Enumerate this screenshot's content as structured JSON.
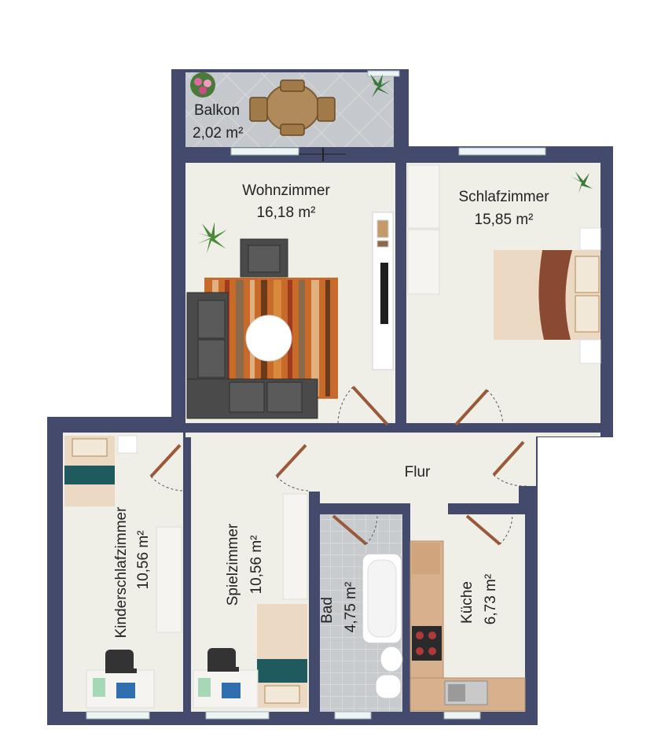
{
  "colors": {
    "wall": "#434a6b",
    "floor": "#efeee7",
    "balcony_tile": "#c5c8cc",
    "bath_tile": "#c8cbce",
    "window": "#eef4f4",
    "sofa": "#4a4a4a",
    "rug_stripes": [
      "#c86a2a",
      "#e0b080",
      "#a03a1e",
      "#8a6a4a",
      "#d88a3a",
      "#6a3a1a"
    ],
    "kitchen_counter": "#d7b18e",
    "bed_blanket": "#8a4a32",
    "kids_blanket": "#1f5a5e"
  },
  "rooms": {
    "balkon": {
      "name": "Balkon",
      "area": "2,02 m²"
    },
    "wohnzimmer": {
      "name": "Wohnzimmer",
      "area": "16,18 m²"
    },
    "schlafzimmer": {
      "name": "Schlafzimmer",
      "area": "15,85 m²"
    },
    "flur": {
      "name": "Flur"
    },
    "kinderschlafzimmer": {
      "name": "Kinderschlafzimmer",
      "area": "10,56 m²"
    },
    "spielzimmer": {
      "name": "Spielzimmer",
      "area": "10,56 m²"
    },
    "bad": {
      "name": "Bad",
      "area": "4,75 m²"
    },
    "kueche": {
      "name": "Küche",
      "area": "6,73 m²"
    }
  }
}
